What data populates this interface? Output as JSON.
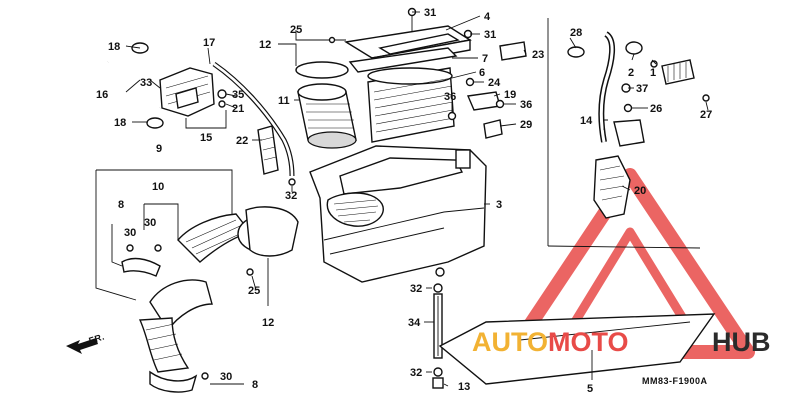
{
  "diagram_code": "MM83-F1900A",
  "direction_marker": "FR.",
  "watermark": {
    "part_a": "AUTO",
    "part_b": "MOTO",
    "part_c": "HUB",
    "colors": {
      "auto": "#f2b233",
      "moto": "#e84b48",
      "hub": "#2b2b2b",
      "triangle": "#e84b48"
    }
  },
  "callouts": {
    "c1": "1",
    "c2": "2",
    "c3": "3",
    "c4": "4",
    "c5": "5",
    "c6": "6",
    "c7": "7",
    "c8a": "8",
    "c8b": "8",
    "c9": "9",
    "c10": "10",
    "c11": "11",
    "c12a": "12",
    "c12b": "12",
    "c13": "13",
    "c14": "14",
    "c15": "15",
    "c16": "16",
    "c17": "17",
    "c18a": "18",
    "c18b": "18",
    "c19": "19",
    "c20": "20",
    "c21": "21",
    "c22": "22",
    "c23": "23",
    "c24": "24",
    "c25a": "25",
    "c25b": "25",
    "c26": "26",
    "c27": "27",
    "c28": "28",
    "c29": "29",
    "c30a": "30",
    "c30b": "30",
    "c30c": "30",
    "c31a": "31",
    "c31b": "31",
    "c32a": "32",
    "c32b": "32",
    "c32c": "32",
    "c33": "33",
    "c34": "34",
    "c35": "35",
    "c36a": "36",
    "c36b": "36",
    "c37": "37"
  }
}
